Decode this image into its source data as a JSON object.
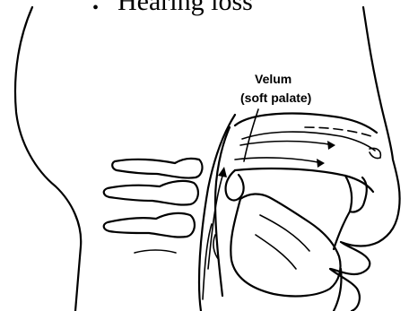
{
  "heading": {
    "bullet": "•",
    "text": "Hearing loss"
  },
  "diagram": {
    "label_line1": "Velum",
    "label_line2": "(soft palate)"
  }
}
